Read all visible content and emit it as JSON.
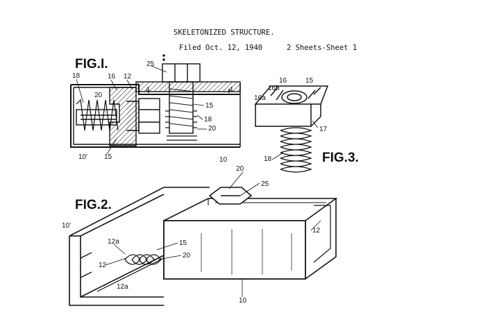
{
  "header": {
    "title": "SKELETONIZED STRUCTURE.",
    "filed": "Filed Oct. 12, 1940",
    "sheets": "2 Sheets-Sheet 1"
  },
  "figures": {
    "fig1": "FIG.I.",
    "fig2": "FIG.2.",
    "fig3": "FIG.3."
  },
  "fig1_refs": {
    "r25": "25",
    "r18": "18",
    "r16": "16",
    "r12": "12",
    "r20": "20",
    "r4a": "4",
    "r4b": "4",
    "r15a": "15",
    "r18b": "18",
    "r20b": "20",
    "r10p": "10'",
    "r15b": "15",
    "r10": "10"
  },
  "fig3_refs": {
    "r16": "16",
    "r15": "15",
    "r16b": "16b",
    "r16a": "16a",
    "r17": "17",
    "r18": "18"
  },
  "fig2_refs": {
    "r20": "20",
    "r25": "25",
    "r12r": "12",
    "r10p": "10'",
    "r12a1": "12a",
    "r15": "15",
    "r20b": "20",
    "r12": "12",
    "r12a2": "12a",
    "r10": "10"
  }
}
